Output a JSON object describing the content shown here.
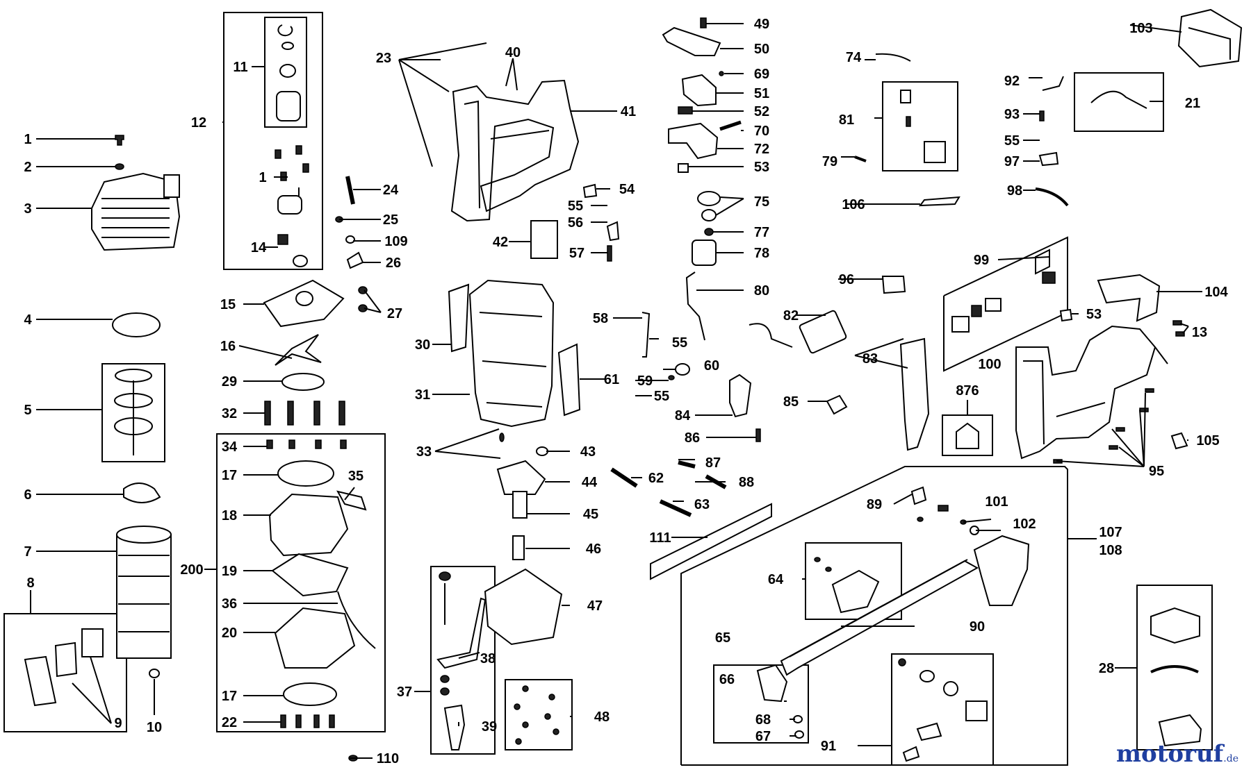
{
  "diagram": {
    "callouts": [
      "1",
      "2",
      "3",
      "4",
      "5",
      "6",
      "7",
      "8",
      "9",
      "10",
      "11",
      "12",
      "1",
      "14",
      "15",
      "16",
      "29",
      "32",
      "34",
      "17",
      "35",
      "18",
      "200",
      "19",
      "36",
      "20",
      "17",
      "22",
      "110",
      "23",
      "40",
      "41",
      "24",
      "25",
      "109",
      "26",
      "27",
      "42",
      "30",
      "31",
      "61",
      "33",
      "43",
      "44",
      "45",
      "46",
      "47",
      "37",
      "38",
      "39",
      "48",
      "49",
      "50",
      "69",
      "51",
      "52",
      "70",
      "72",
      "53",
      "75",
      "77",
      "78",
      "80",
      "54",
      "55",
      "56",
      "57",
      "58",
      "55",
      "60",
      "59",
      "55",
      "84",
      "86",
      "87",
      "88",
      "62",
      "63",
      "111",
      "74",
      "81",
      "79",
      "106",
      "82",
      "96",
      "83",
      "85",
      "876",
      "92",
      "93",
      "55",
      "97",
      "98",
      "21",
      "103",
      "99",
      "53",
      "104",
      "13",
      "100",
      "105",
      "95",
      "89",
      "101",
      "102",
      "107",
      "108",
      "64",
      "90",
      "65",
      "66",
      "68",
      "67",
      "91",
      "28"
    ]
  },
  "watermark": {
    "text": "motoruf",
    "suffix": ".de",
    "color": "#1f3fa0"
  }
}
